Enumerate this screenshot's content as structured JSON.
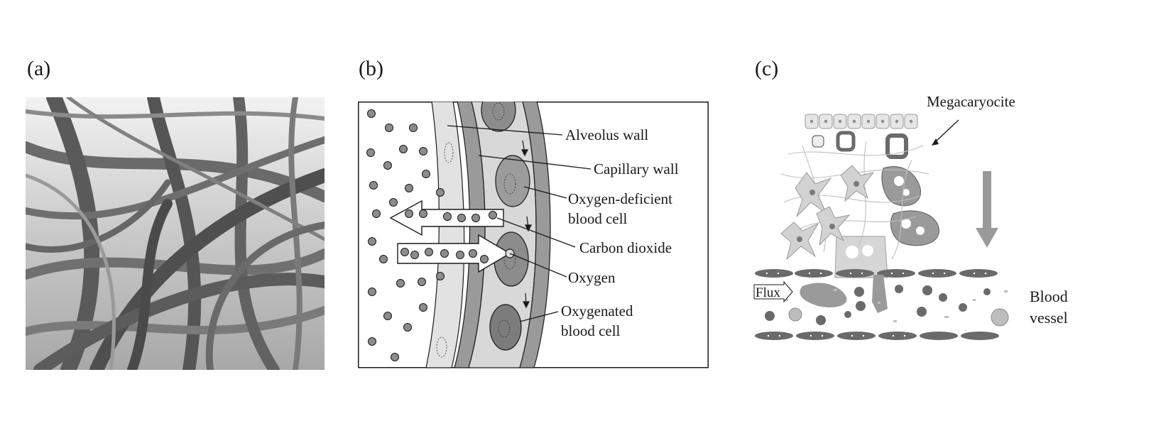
{
  "panels": {
    "a": {
      "label": "(a)"
    },
    "b": {
      "label": "(b)",
      "callouts": {
        "alveolus_wall": "Alveolus wall",
        "capillary_wall": "Capillary wall",
        "oxygen_deficient_line1": "Oxygen-deficient",
        "oxygen_deficient_line2": "blood cell",
        "carbon_dioxide": "Carbon dioxide",
        "oxygen": "Oxygen",
        "oxygenated_line1": "Oxygenated",
        "oxygenated_line2": "blood cell"
      }
    },
    "c": {
      "label": "(c)",
      "megacaryocite": "Megacaryocite",
      "flux": "Flux",
      "blood_line1": "Blood",
      "blood_line2": "vessel"
    }
  },
  "colors": {
    "ink": "#1a1a1a",
    "light_fill": "#e2e2e2",
    "mid_fill": "#9a9a9a",
    "cell_fill": "#8c8c8c",
    "fiber_photo": "#5e5e5e"
  }
}
